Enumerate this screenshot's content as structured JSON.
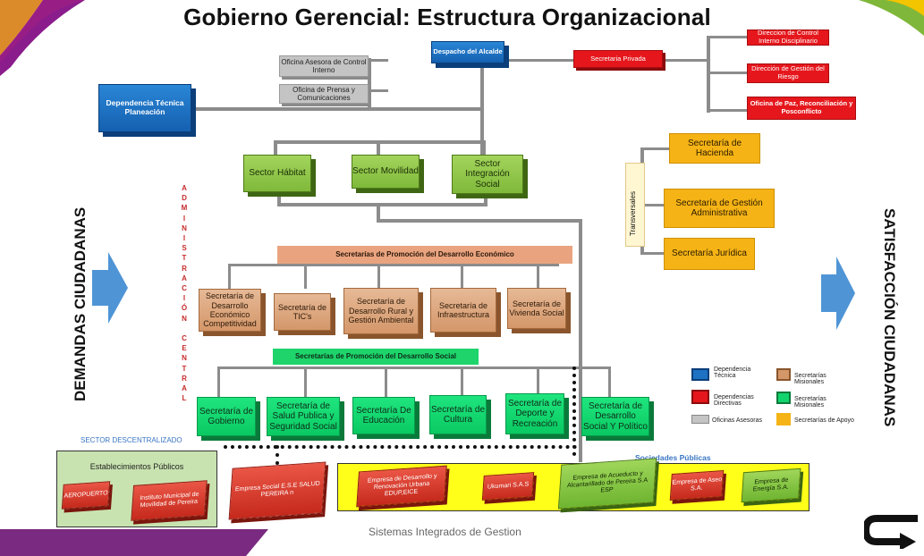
{
  "title": "Gobierno Gerencial: Estructura Organizacional",
  "side_left": "DEMANDAS CIUDADANAS",
  "side_right": "SATISFACCIÓN CIUDADANAS",
  "admin_central": [
    "A",
    "D",
    "M",
    "I",
    "N",
    "I",
    "S",
    "T",
    "R",
    "A",
    "C",
    "I",
    "Ó",
    "N",
    "",
    "C",
    "E",
    "N",
    "T",
    "R",
    "A",
    "L"
  ],
  "transversales": "Transversales",
  "despacho": "Despacho del Alcalde",
  "asesoras": [
    "Oficina Asesora de Control Interno",
    "Oficina de Prensa y Comunicaciones"
  ],
  "dependencia_tecnica": "Dependencia Técnica Planeación",
  "secretaria_privada": "Secretaria Privada",
  "direcciones": [
    "Direccion de Control Interno Disciplinario",
    "Dirección de Gestión del Riesgo",
    "Oficina de Paz, Reconciliación y Posconflicto"
  ],
  "sectores": [
    "Sector Hábitat",
    "Sector Movilidad",
    "Sector Integración Social"
  ],
  "apoyo": [
    "Secretaría de Hacienda",
    "Secretaría de Gestión Administrativa",
    "Secretaría Jurídica"
  ],
  "promo_economico": {
    "header": "Secretarías de Promoción del Desarrollo Económico",
    "items": [
      "Secretaría de Desarrollo Económico Competitividad",
      "Secretaría de TIC's",
      "Secretaría de Desarrollo Rural y Gestión Ambiental",
      "Secretaría de Infraestructura",
      "Secretaría de Vivienda Social"
    ]
  },
  "promo_social": {
    "header": "Secretarías de Promoción del Desarrollo Social",
    "items": [
      "Secretaría de Gobierno",
      "Secretaría de Salud Publica y Seguridad Social",
      "Secretaría De Educación",
      "Secretaría de Cultura",
      "Secretaría de Deporte y Recreación",
      "Secretaría de Desarrollo Social Y Político"
    ]
  },
  "legend": [
    "Dependencia Técnica",
    "Dependencias Directivas",
    "Oficinas Asesoras",
    "Secretarías Misionales",
    "Secretarías Misionales",
    "Secretarías de Apoyo"
  ],
  "sector_descentralizado": "SECTOR DESCENTRALIZADO",
  "establecimientos": {
    "header": "Establecimientos Públicos",
    "items": [
      "AEROPUERTO",
      "Instituto Municipal de Movilidad de Pereira"
    ]
  },
  "empresa_social": "Empresa Social E.S.E SALUD PEREIRA n",
  "sociedades": {
    "header": "Sociedades Públicas",
    "items": [
      "Empresa de Desarrollo y Renovación Urbana EDUP,EICE",
      "Ukumari S.A.S",
      "Empresa de Acueducto y Alcantarillado de Pereira S.A ESP",
      "Empresa de Aseo S.A.",
      "Empresa de Energía S.A."
    ]
  },
  "footer": "Sistemas Integrados de Gestion",
  "colors": {
    "blue": "#1d72c4",
    "gray": "#c4c4c4",
    "red": "#e5171c",
    "green": "#8cc63f",
    "orange": "#f5b315",
    "tan": "#dca27a",
    "bright_green": "#12d46d",
    "yellow": "#ffff1a"
  },
  "icons": [
    "arrow-right-icon",
    "arrow-right-icon",
    "return-arrow-icon"
  ]
}
